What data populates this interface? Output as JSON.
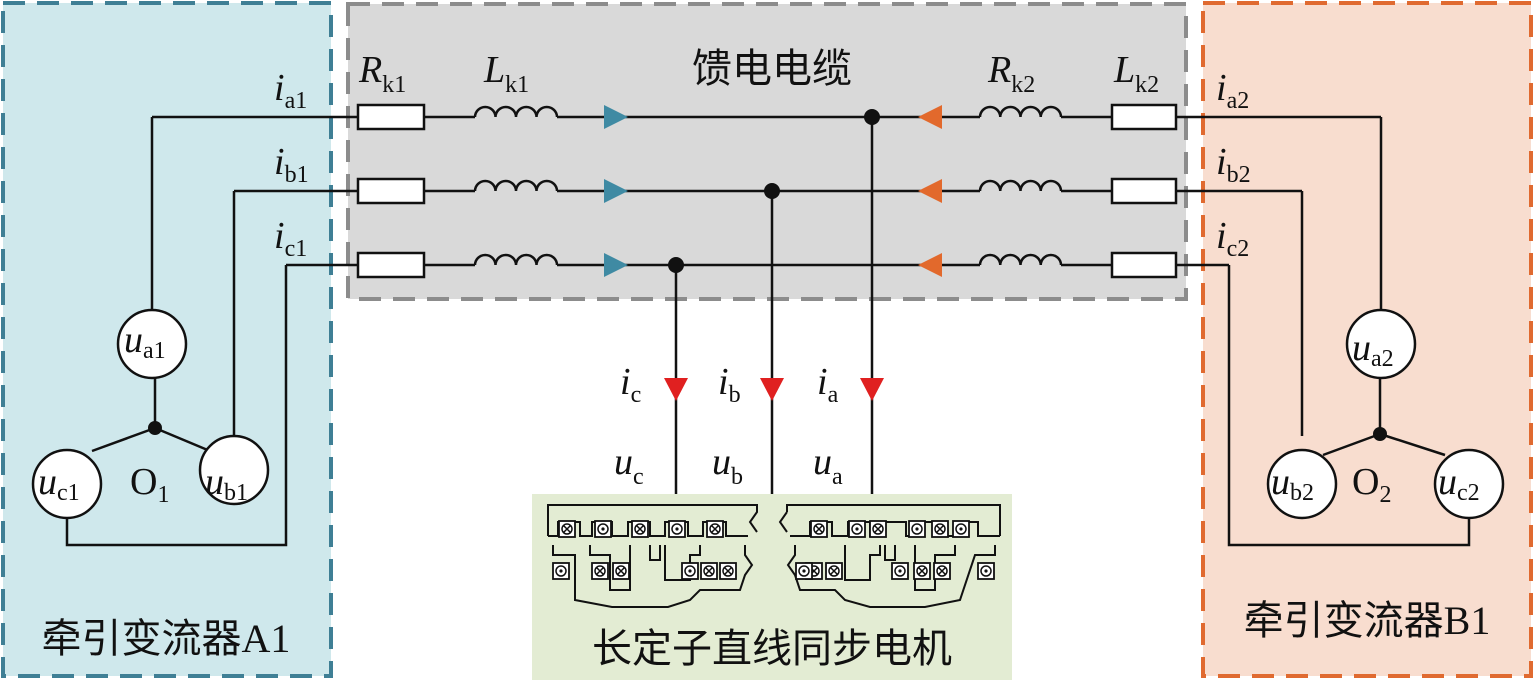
{
  "colors": {
    "left_box_fill": "#cfe8ec",
    "left_box_border": "#3f7f95",
    "cable_box_fill": "#d9d9d9",
    "cable_box_border": "#8c8c8c",
    "right_box_fill": "#f8ddcf",
    "right_box_border": "#e06a30",
    "motor_fill": "#e3ecd3",
    "arrow_left_group": "#3f8aa3",
    "arrow_right_group": "#e2692c",
    "arrow_motor": "#e02020",
    "wire": "#111111"
  },
  "left_converter": {
    "title": "牵引变流器A1",
    "neutral_main": "O",
    "neutral_sub": "1",
    "sources": [
      {
        "main": "u",
        "sub": "a1"
      },
      {
        "main": "u",
        "sub": "b1"
      },
      {
        "main": "u",
        "sub": "c1"
      }
    ],
    "currents": [
      {
        "main": "i",
        "sub": "a1"
      },
      {
        "main": "i",
        "sub": "b1"
      },
      {
        "main": "i",
        "sub": "c1"
      }
    ]
  },
  "feeder_cable": {
    "title": "馈电电缆",
    "r1": {
      "main": "R",
      "sub": "k1"
    },
    "l1": {
      "main": "L",
      "sub": "k1"
    },
    "r2": {
      "main": "R",
      "sub": "k2"
    },
    "l2": {
      "main": "L",
      "sub": "k2"
    }
  },
  "right_converter": {
    "title": "牵引变流器B1",
    "neutral_main": "O",
    "neutral_sub": "2",
    "sources": [
      {
        "main": "u",
        "sub": "a2"
      },
      {
        "main": "u",
        "sub": "b2"
      },
      {
        "main": "u",
        "sub": "c2"
      }
    ],
    "currents": [
      {
        "main": "i",
        "sub": "a2"
      },
      {
        "main": "i",
        "sub": "b2"
      },
      {
        "main": "i",
        "sub": "c2"
      }
    ]
  },
  "motor": {
    "title": "长定子直线同步电机",
    "currents": [
      {
        "main": "i",
        "sub": "c"
      },
      {
        "main": "i",
        "sub": "b"
      },
      {
        "main": "i",
        "sub": "a"
      }
    ],
    "voltages": [
      {
        "main": "u",
        "sub": "c"
      },
      {
        "main": "u",
        "sub": "b"
      },
      {
        "main": "u",
        "sub": "a"
      }
    ]
  }
}
